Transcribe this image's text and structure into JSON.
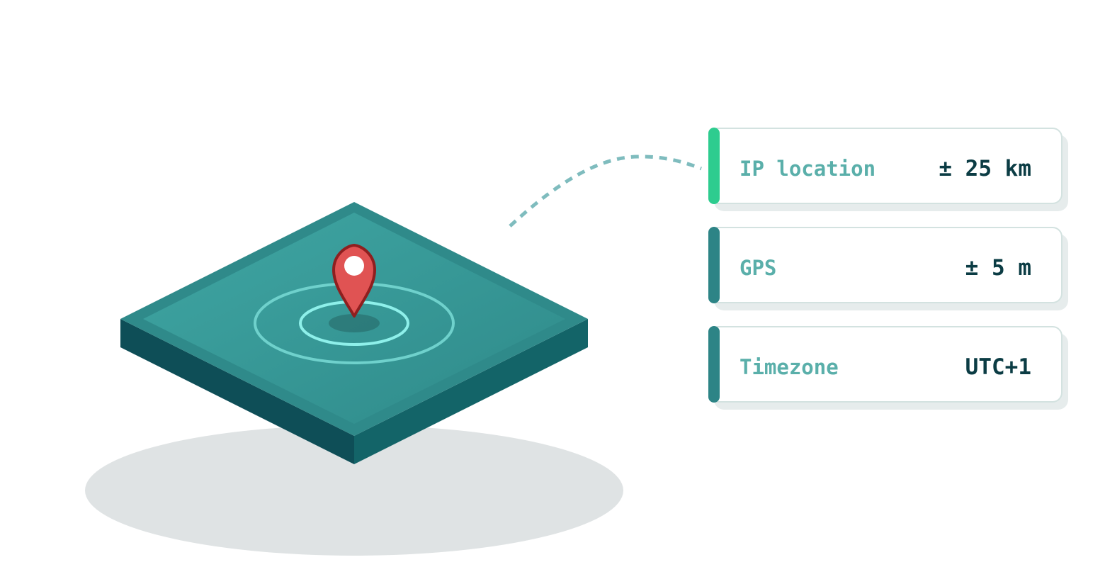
{
  "colors": {
    "background": "#ffffff",
    "ground_shadow": "#dfe3e4",
    "platform_top": "#2f8a8a",
    "platform_inner_light": "#3fa6a3",
    "platform_inner_dark": "#2f8a8a",
    "platform_side_left": "#0e4e57",
    "platform_side_right": "#136468",
    "ring_outer": "#6fd1cc",
    "ring_inner": "#8ef0ea",
    "pin_fill": "#e05353",
    "pin_stroke": "#8f1f1f",
    "pin_dot": "#ffffff",
    "connector": "#7fbcbe",
    "card_label": "#5aafaa",
    "card_value": "#0b3c44"
  },
  "icons": {
    "pin": "location-pin-icon"
  },
  "cards": [
    {
      "label": "IP location",
      "value": "± 25 km",
      "accent": "#2ecc8f"
    },
    {
      "label": "GPS",
      "value": "± 5 m",
      "accent": "#2d8486"
    },
    {
      "label": "Timezone",
      "value": "UTC+1",
      "accent": "#2d8486"
    }
  ]
}
